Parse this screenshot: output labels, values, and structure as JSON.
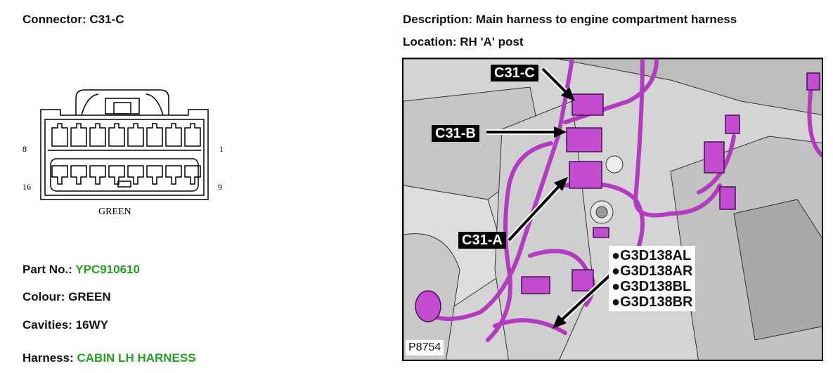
{
  "connector": {
    "label": "Connector:",
    "value": "C31-C",
    "pin_labels": {
      "top_left": "8",
      "top_right": "1",
      "bottom_left": "16",
      "bottom_right": "9"
    },
    "colour_caption": "GREEN"
  },
  "description": {
    "label": "Description:",
    "value": "Main harness to engine compartment harness"
  },
  "location": {
    "label": "Location:",
    "value": "RH 'A' post"
  },
  "part_no": {
    "label": "Part No.:",
    "value": "YPC910610"
  },
  "colour": {
    "label": "Colour:",
    "value": "GREEN"
  },
  "cavities": {
    "label": "Cavities:",
    "value": "16WY"
  },
  "harness": {
    "label": "Harness:",
    "value": "CABIN LH HARNESS"
  },
  "photo": {
    "callouts": [
      "C31-C",
      "C31-B",
      "C31-A"
    ],
    "ground_points": [
      "G3D138AL",
      "G3D138AR",
      "G3D138BL",
      "G3D138BR"
    ],
    "bullet": "●",
    "reference": "P8754"
  },
  "colors": {
    "accent_green": "#2a9a2a",
    "harness_magenta": "#b23bbf",
    "callout_bg": "#000000"
  }
}
